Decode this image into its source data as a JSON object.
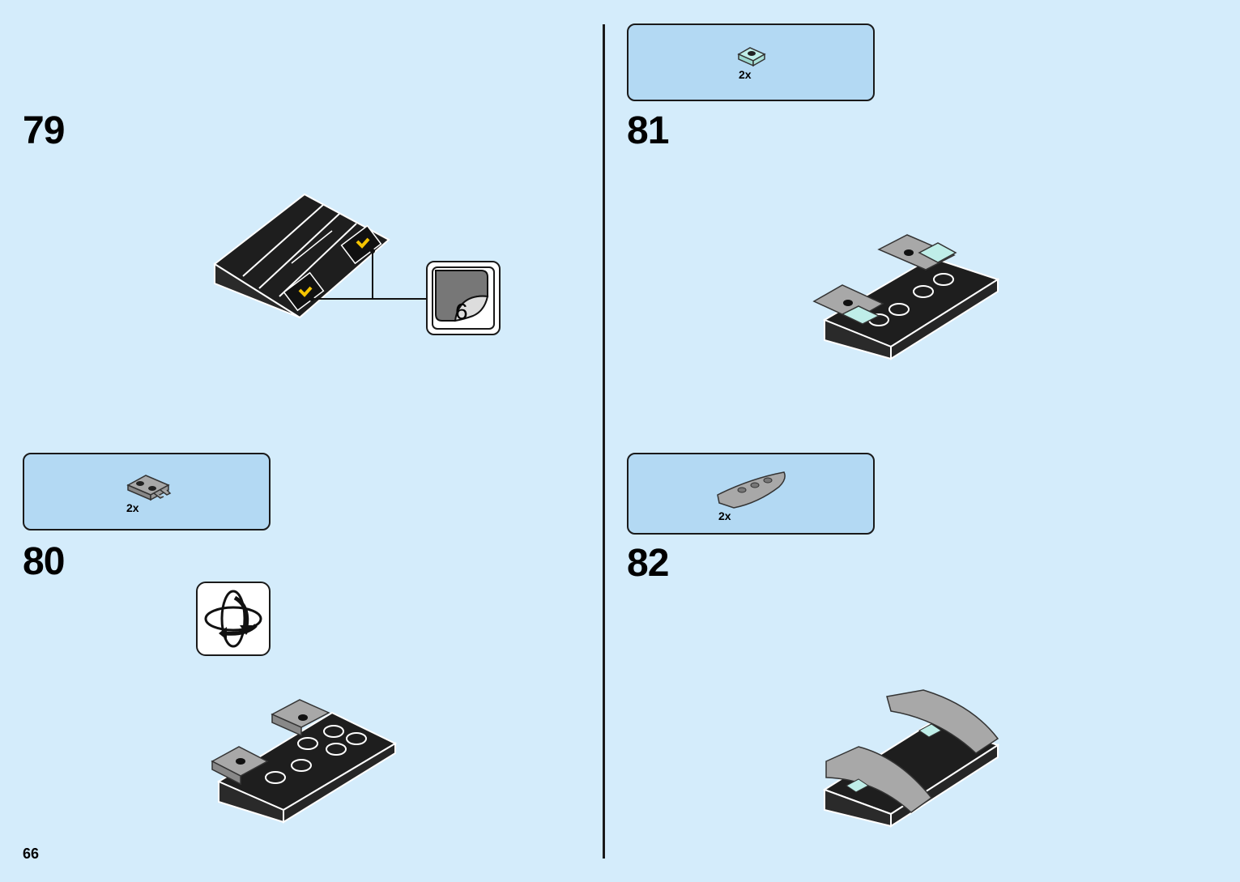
{
  "page": {
    "number": "66"
  },
  "steps": [
    {
      "number": "79",
      "sticker": "6"
    },
    {
      "number": "80",
      "parts": {
        "qty": "2x"
      }
    },
    {
      "number": "81",
      "parts": {
        "qty": "2x"
      }
    },
    {
      "number": "82",
      "parts": {
        "qty": "2x"
      }
    }
  ],
  "colors": {
    "background": "#d4ecfb",
    "parts_box": "#b3d9f3",
    "brick_black": "#1e1e1e",
    "brick_grey": "#a8a8a8",
    "trans_clear": "#bfeee8",
    "sticker_yellow": "#f5c400"
  }
}
